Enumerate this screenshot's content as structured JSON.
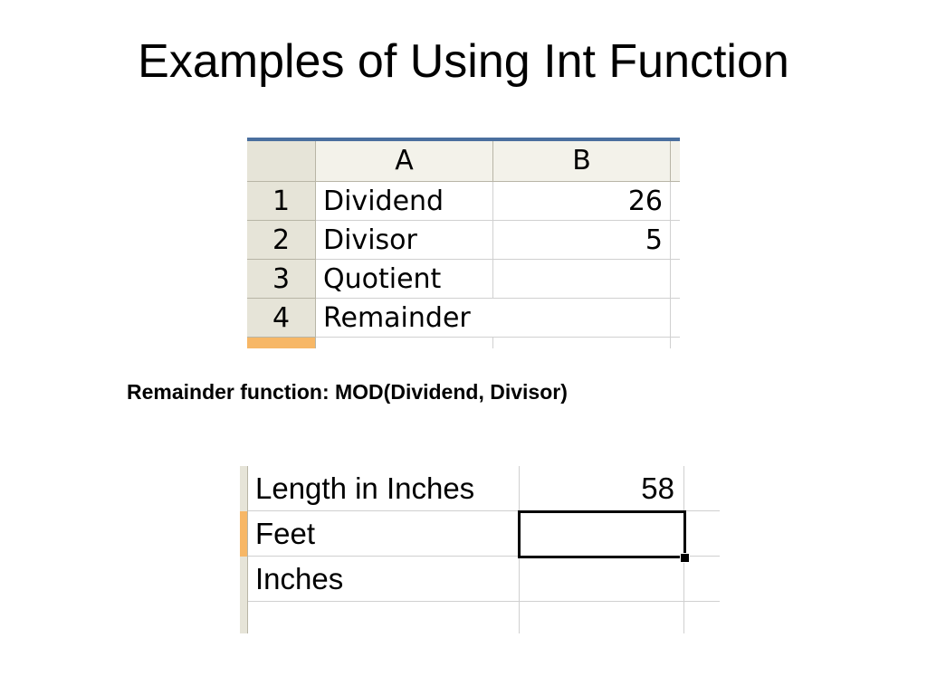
{
  "slide": {
    "title": "Examples of Using Int Function"
  },
  "sheet1": {
    "columns": [
      "A",
      "B"
    ],
    "rows": [
      {
        "num": "1",
        "a": "Dividend",
        "b": "26"
      },
      {
        "num": "2",
        "a": "Divisor",
        "b": "5"
      },
      {
        "num": "3",
        "a": "Quotient",
        "b": ""
      },
      {
        "num": "4",
        "a": "Remainder",
        "b": ""
      }
    ]
  },
  "remainder_note": "Remainder function: MOD(Dividend, Divisor)",
  "sheet2": {
    "rows": [
      {
        "label": "Length in Inches",
        "value": "58"
      },
      {
        "label": "Feet",
        "value": ""
      },
      {
        "label": "Inches",
        "value": ""
      },
      {
        "label": "",
        "value": ""
      }
    ]
  },
  "colors": {
    "selected_header": "#f7b766",
    "header_bg": "#e6e4d8",
    "gridline": "#d0d0d0"
  }
}
